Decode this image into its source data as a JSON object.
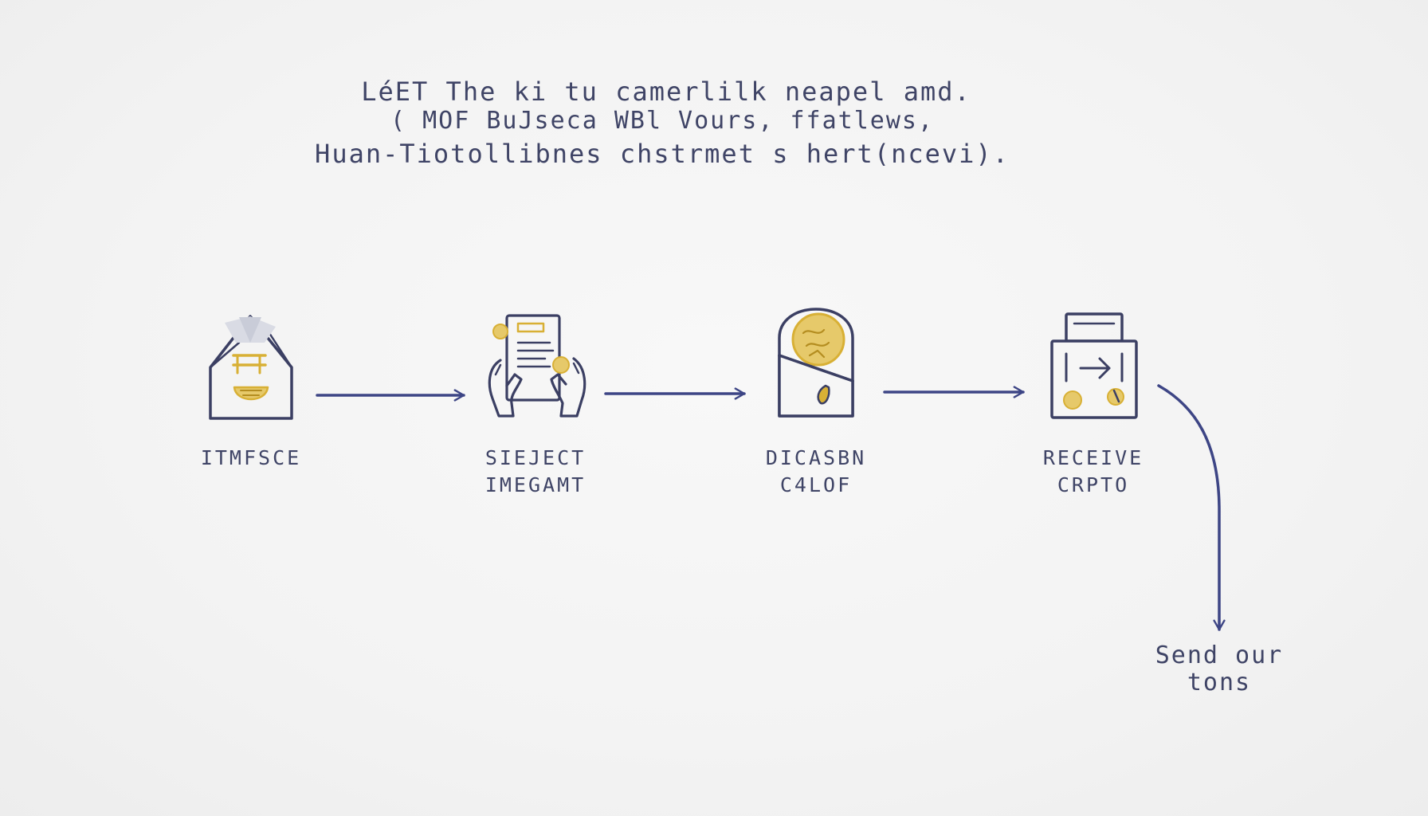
{
  "header": {
    "line1": "LéET The ki tu camerlilk neapel amd.",
    "line2": "( MOF BuJseca WBl Vours, ffatlews,",
    "line3": "Huan-Tiotollibnes chstrmet s hert(ncevi)."
  },
  "steps": [
    {
      "label": "ITMFSCE",
      "icon": "house-envelope-icon"
    },
    {
      "label": "SIEJECT\nIMEGAMT",
      "icon": "hands-holding-document-icon"
    },
    {
      "label": "DICASBN\nC4LOF",
      "icon": "shield-coin-icon"
    },
    {
      "label": "RECEIVE\nCRPTO",
      "icon": "wallet-arrow-icon"
    }
  ],
  "final": {
    "line1": "Send our",
    "line2": "tons"
  },
  "colors": {
    "stroke": "#3b3f63",
    "arrow": "#3d4585",
    "accent_gold": "#d8b035",
    "accent_gold_light": "#e6c96a",
    "background": "#f3f3f3"
  }
}
